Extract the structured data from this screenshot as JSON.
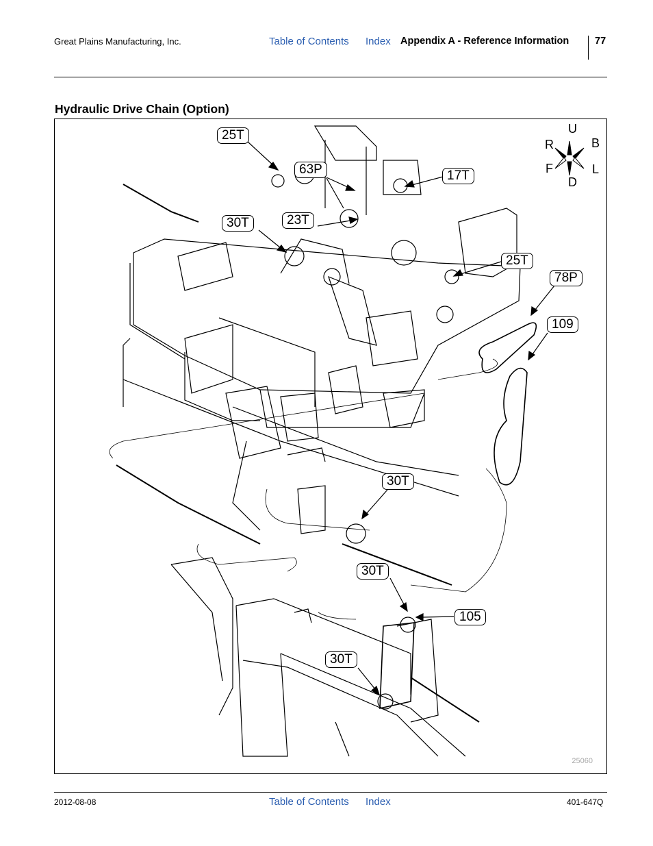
{
  "header": {
    "company": "Great Plains Manufacturing, Inc.",
    "toc_link": "Table of Contents",
    "index_link": "Index",
    "section": "Appendix A - Reference Information",
    "page_number": "77"
  },
  "section_title": "Hydraulic Drive Chain (Option)",
  "figure": {
    "figure_number": "25060",
    "compass": {
      "up": "U",
      "down": "D",
      "right": "R",
      "back": "B",
      "front": "F",
      "left": "L"
    },
    "callouts": [
      "25T",
      "63P",
      "17T",
      "30T",
      "23T",
      "25T",
      "78P",
      "109",
      "30T",
      "30T",
      "105",
      "30T"
    ]
  },
  "footer": {
    "date": "2012-08-08",
    "toc_link": "Table of Contents",
    "index_link": "Index",
    "doc_number": "401-647Q"
  },
  "colors": {
    "link": "#2a5db0",
    "text": "#000000",
    "fig_number": "#aaaaaa"
  }
}
